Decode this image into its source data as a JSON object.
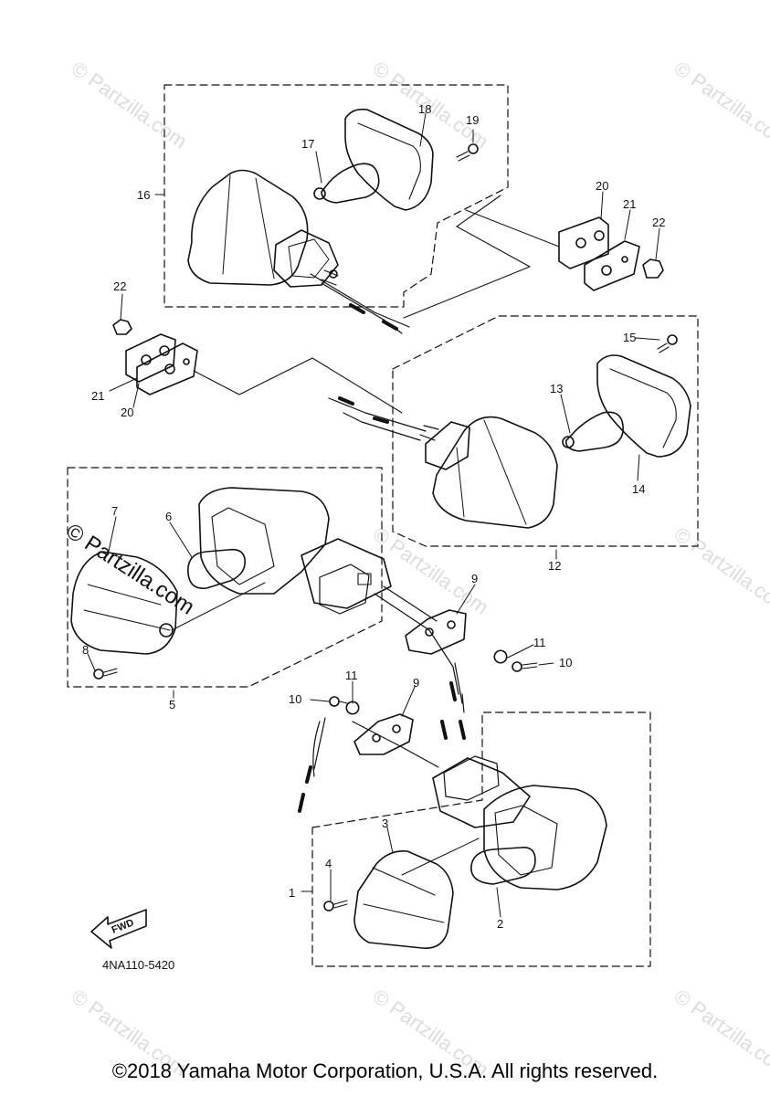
{
  "callouts": {
    "c1": "1",
    "c2": "2",
    "c3": "3",
    "c4": "4",
    "c5": "5",
    "c6": "6",
    "c7": "7",
    "c8": "8",
    "c9a": "9",
    "c9b": "9",
    "c10a": "10",
    "c10b": "10",
    "c11a": "11",
    "c11b": "11",
    "c12": "12",
    "c13": "13",
    "c14": "14",
    "c15": "15",
    "c16": "16",
    "c17": "17",
    "c18": "18",
    "c19": "19",
    "c20a": "20",
    "c20b": "20",
    "c21a": "21",
    "c21b": "21",
    "c22a": "22",
    "c22b": "22"
  },
  "watermark": "© Partzilla.com",
  "fwd_label": "FWD",
  "diagram_code": "4NA110-5420",
  "copyright": "©2018 Yamaha Motor Corporation, U.S.A. All rights reserved.",
  "colors": {
    "line": "#111111",
    "watermark": "#dcdcdc"
  }
}
